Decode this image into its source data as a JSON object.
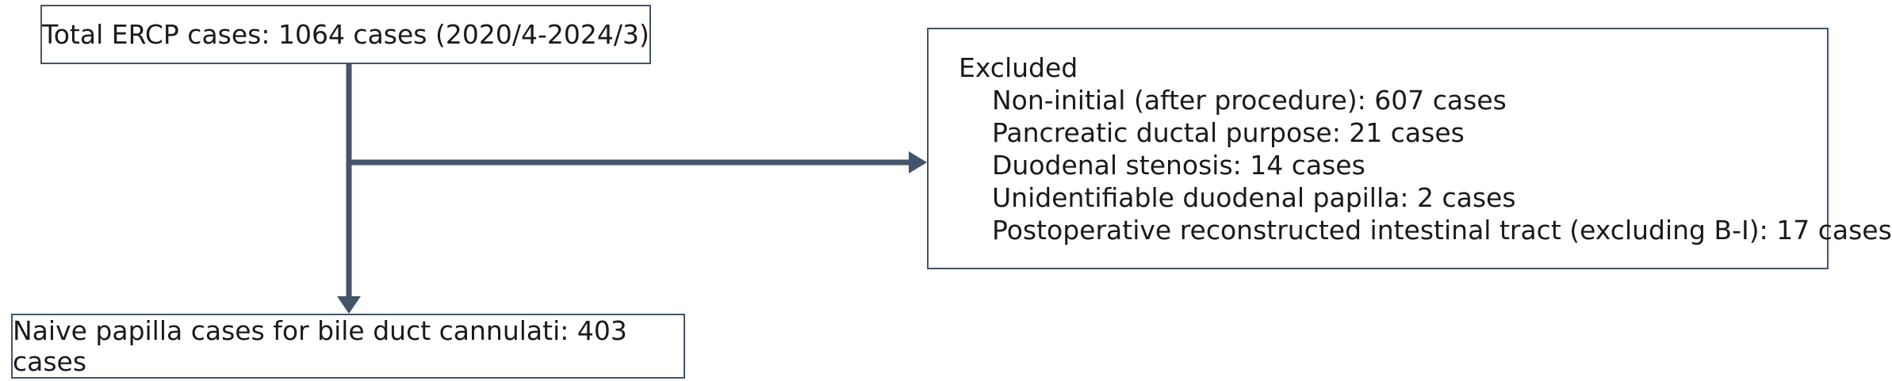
{
  "flowchart": {
    "total_box": {
      "text": "Total ERCP cases: 1064 cases (2020/4-2024/3)"
    },
    "excluded_box": {
      "title": "Excluded",
      "items": [
        "Non-initial (after procedure): 607 cases",
        "Pancreatic ductal purpose: 21 cases",
        "Duodenal stenosis: 14 cases",
        "Unidentifiable duodenal papilla: 2 cases",
        "Postoperative reconstructed intestinal tract (excluding B-I): 17 cases"
      ]
    },
    "result_box": {
      "text": "Naive papilla cases for bile duct cannulati: 403 cases"
    }
  },
  "colors": {
    "line": "#44546a",
    "border": "#44546a"
  }
}
